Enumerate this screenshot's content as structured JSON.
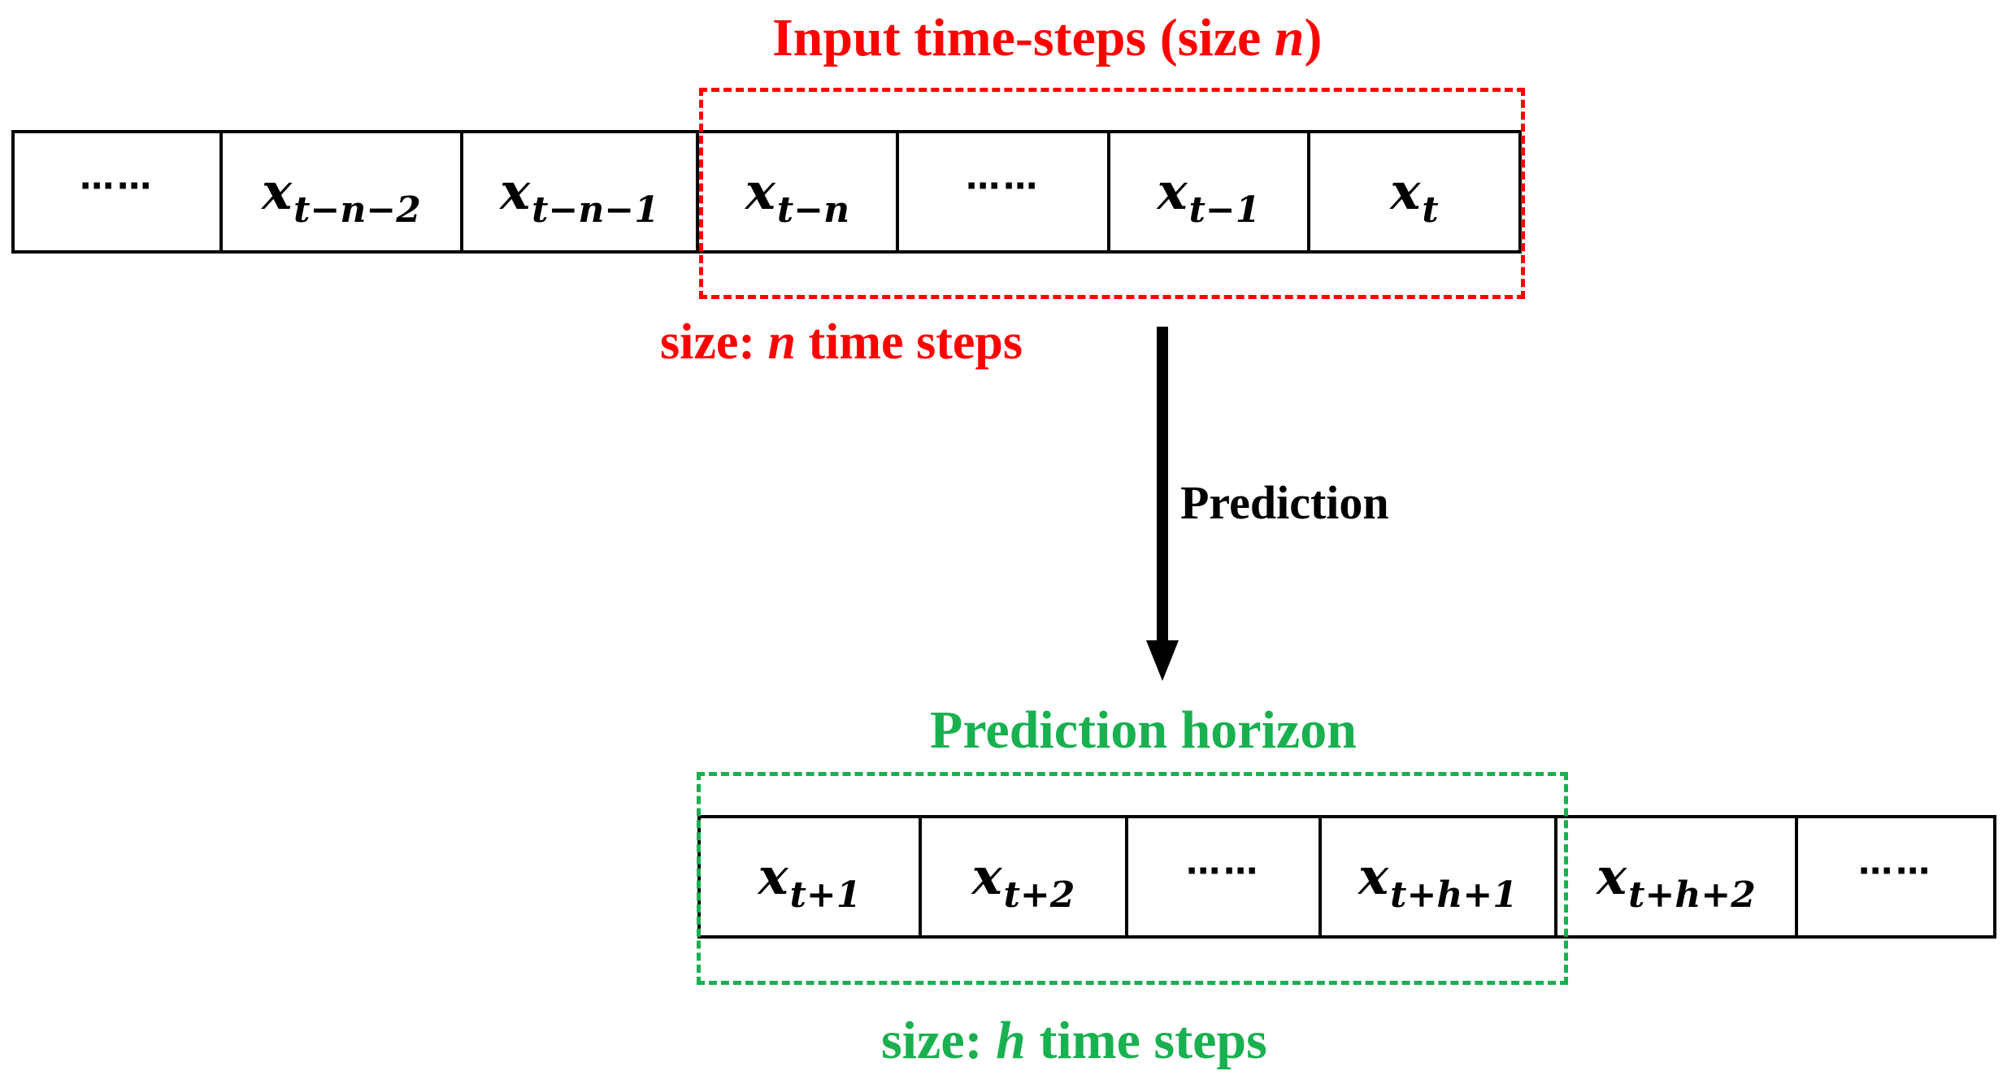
{
  "input_window": {
    "title_prefix": "Input time-steps (size ",
    "title_var": "n",
    "title_suffix": ")",
    "size_prefix": "size: ",
    "size_var": "n",
    "size_suffix": " time steps",
    "color": "#ff0000"
  },
  "top_row": [
    {
      "type": "dots",
      "text": "⋯⋯"
    },
    {
      "type": "var",
      "base": "x",
      "sub": "t−n−2"
    },
    {
      "type": "var",
      "base": "x",
      "sub": "t−n−1"
    },
    {
      "type": "var",
      "base": "x",
      "sub": "t−n"
    },
    {
      "type": "dots",
      "text": "⋯⋯"
    },
    {
      "type": "var",
      "base": "x",
      "sub": "t−1"
    },
    {
      "type": "var",
      "base": "x",
      "sub": "t"
    }
  ],
  "arrow": {
    "label": "Prediction"
  },
  "horizon": {
    "title": "Prediction horizon",
    "size_prefix": "size: ",
    "size_var": "h",
    "size_suffix": " time steps",
    "color": "#19b050"
  },
  "bottom_row": [
    {
      "type": "var",
      "base": "x",
      "sub": "t+1"
    },
    {
      "type": "var",
      "base": "x",
      "sub": "t+2"
    },
    {
      "type": "dots",
      "text": "⋯⋯"
    },
    {
      "type": "var",
      "base": "x",
      "sub": "t+h+1"
    },
    {
      "type": "var",
      "base": "x",
      "sub": "t+h+2"
    },
    {
      "type": "dots",
      "text": "⋯⋯"
    }
  ]
}
